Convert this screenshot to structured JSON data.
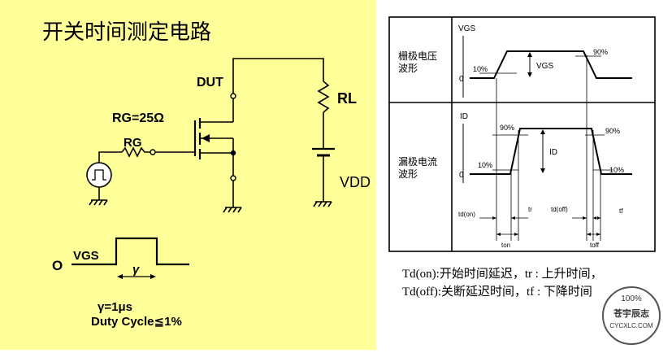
{
  "left": {
    "title": "开关时间测定电路",
    "dut_label": "DUT",
    "rg_value_label": "RG=25Ω",
    "rg_label": "RG",
    "rl_label": "RL",
    "vdd_label": "VDD",
    "pulse": {
      "zero_label": "O",
      "vgs_label": "VGS",
      "gamma_label": "γ",
      "gamma_value": "γ=1μs",
      "duty_cycle": "Duty Cycle≦1%"
    }
  },
  "right": {
    "top": {
      "axis_label": "VGS",
      "title_line1": "栅极电压",
      "title_line2": "波形",
      "zero_label": "0",
      "pct_10": "10%",
      "pct_90": "90%",
      "vgs_arrow_label": "VGS"
    },
    "bottom": {
      "axis_label": "ID",
      "title_line1": "漏极电流",
      "title_line2": "波形",
      "zero_label": "0",
      "pct_90_left": "90%",
      "pct_90_right": "90%",
      "pct_10_left": "10%",
      "pct_10_right": "10%",
      "id_arrow_label": "ID",
      "td_on": "td(on)",
      "tr": "tr",
      "td_off": "td(off)",
      "tf": "tf",
      "ton": "ton",
      "toff": "toff"
    }
  },
  "captions": {
    "line1": "Td(on):开始时间延迟，tr : 上升时间，",
    "line2": "Td(off):关断延迟时间，tf : 下降时间"
  },
  "watermark": {
    "percent": "100%",
    "name": "苍宇辰志",
    "url": "CYCXLC.COM"
  }
}
